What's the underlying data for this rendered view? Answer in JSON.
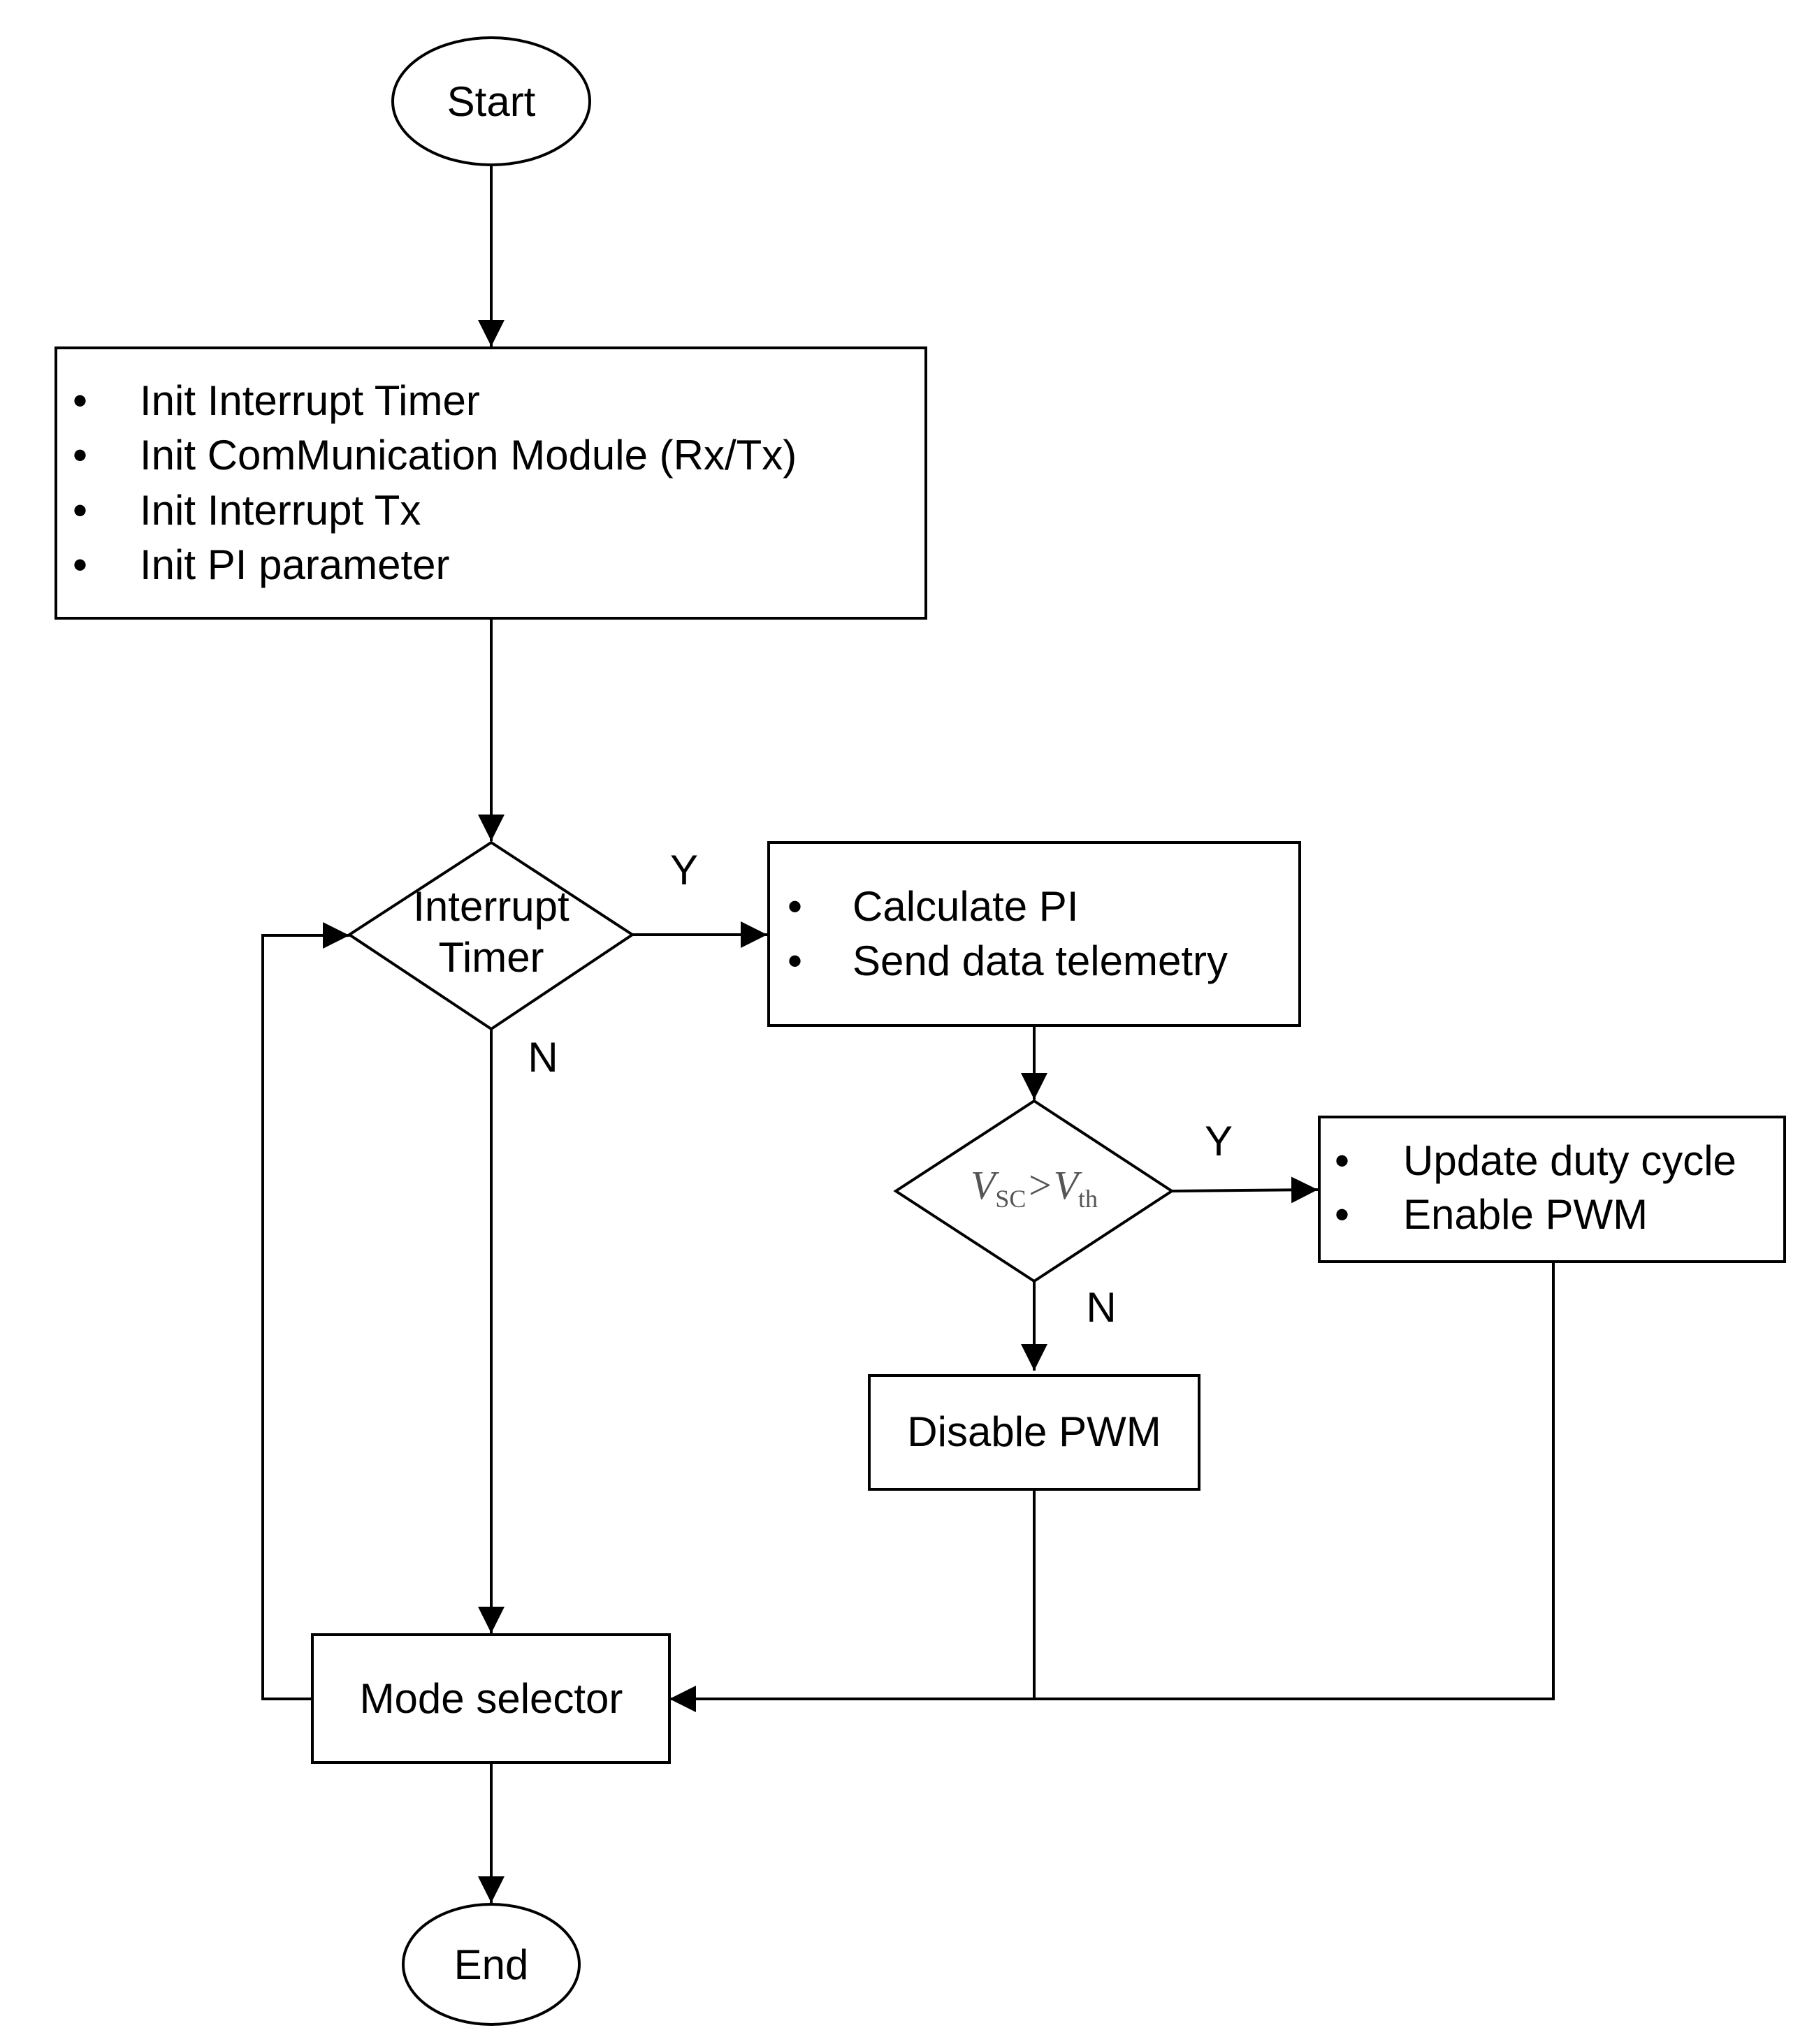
{
  "diagram": {
    "start": "Start",
    "end": "End",
    "bullet": "•",
    "init_box": [
      "Init Interrupt Timer",
      "Init ComMunication Module (Rx/Tx)",
      "Init Interrupt Tx",
      "Init PI parameter"
    ],
    "interrupt_decision": [
      "Interrupt",
      "Timer"
    ],
    "calc_box": [
      "Calculate PI",
      "Send data telemetry"
    ],
    "vsc_decision": {
      "v1": "V",
      "sub1": "SC",
      "op": ">",
      "v2": "V",
      "sub2": "th"
    },
    "update_box": [
      "Update duty cycle",
      "Enable PWM"
    ],
    "disable_box": "Disable PWM",
    "mode_box": "Mode selector",
    "labels": {
      "interrupt_yes": "Y",
      "interrupt_no": "N",
      "vsc_yes": "Y",
      "vsc_no": "N"
    },
    "colors": {
      "line": "#000000",
      "background": "#ffffff",
      "math_text": "#555555"
    }
  }
}
